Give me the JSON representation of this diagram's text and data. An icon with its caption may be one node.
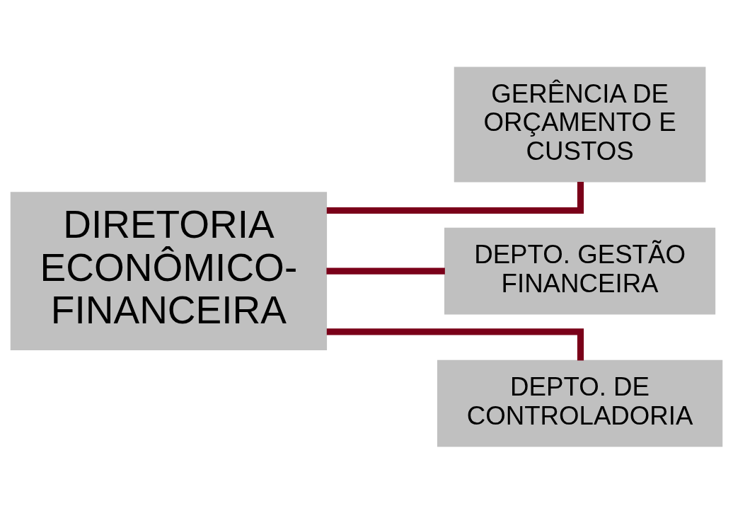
{
  "diagram": {
    "nodes": [
      {
        "text": [
          "DIRETORIA ECONÔMICO-FINANCEIRA"
        ]
      },
      {
        "text": [
          "GERÊNCIA DE ORÇAMENTO E CUSTOS"
        ]
      },
      {
        "text": [
          "DEPTO. GESTÃO FINANCEIRA"
        ]
      },
      {
        "text": [
          "DEPTO. DE CONTROLADORIA"
        ]
      }
    ],
    "edges": [
      {
        "from": 0,
        "to": 1,
        "arrow": "none"
      },
      {
        "from": 0,
        "to": 2,
        "arrow": "none"
      },
      {
        "from": 0,
        "to": 3,
        "arrow": "none"
      }
    ]
  }
}
